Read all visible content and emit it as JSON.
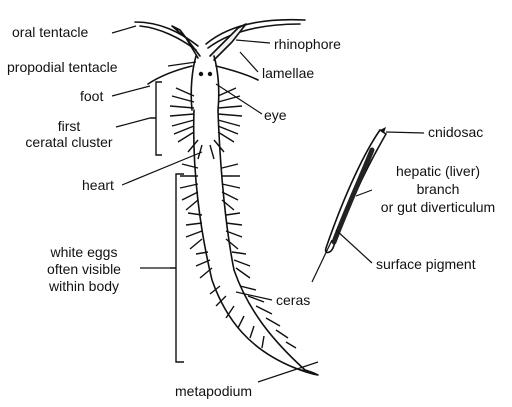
{
  "labels": {
    "oral_tentacle": "oral  tentacle",
    "rhinophore": "rhinophore",
    "propodial_tentacle": "propodial tentacle",
    "lamellae": "lamellae",
    "foot": "foot",
    "eye": "eye",
    "first_ceratal_cluster_l1": "first",
    "first_ceratal_cluster_l2": "ceratal cluster",
    "cnidosac": "cnidosac",
    "hepatic_l1": "hepatic (liver)",
    "hepatic_l2": "branch",
    "hepatic_l3": "or gut diverticulum",
    "heart": "heart",
    "white_eggs_l1": "white eggs",
    "white_eggs_l2": "often visible",
    "white_eggs_l3": "within body",
    "surface_pigment": "surface pigment",
    "ceras": "ceras",
    "metapodium": "metapodium"
  }
}
